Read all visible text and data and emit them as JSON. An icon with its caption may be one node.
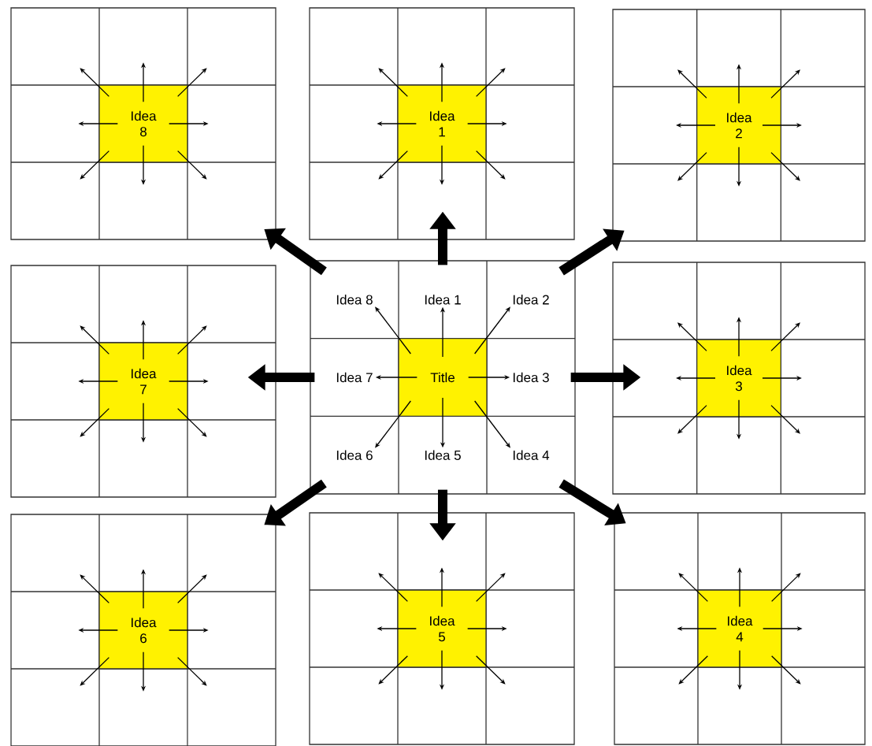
{
  "diagram": {
    "nodes": [
      {
        "text": [],
        "shape": "box"
      },
      {
        "text": [
          "Idea 8"
        ],
        "in": 0
      },
      {
        "text": [],
        "shape": "box"
      },
      {
        "text": [
          "Idea 1"
        ],
        "in": 2
      },
      {
        "text": [],
        "shape": "box"
      },
      {
        "text": [
          "Idea 2"
        ],
        "in": 4
      },
      {
        "text": [],
        "shape": "box"
      },
      {
        "text": [
          "Idea 7"
        ],
        "in": 6
      },
      {
        "text": [],
        "shape": "box"
      },
      {
        "text": [
          "Idea 8"
        ],
        "in": 8
      },
      {
        "text": [
          "Idea 1"
        ],
        "in": 8
      },
      {
        "text": [
          "Idea 2"
        ],
        "in": 8
      },
      {
        "text": [
          "Idea 7"
        ],
        "in": 8
      },
      {
        "text": [
          "Title"
        ],
        "in": 8
      },
      {
        "text": [
          "Idea 3"
        ],
        "in": 8
      },
      {
        "text": [
          "Idea 6"
        ],
        "in": 8
      },
      {
        "text": [
          "Idea 5"
        ],
        "in": 8
      },
      {
        "text": [
          "Idea 4"
        ],
        "in": 8
      },
      {
        "text": [],
        "shape": "box"
      },
      {
        "text": [
          "Idea 3"
        ],
        "in": 18
      },
      {
        "text": [],
        "shape": "box"
      },
      {
        "text": [
          "Idea 6"
        ],
        "in": 20
      },
      {
        "text": [],
        "shape": "box"
      },
      {
        "text": [
          "Idea 5"
        ],
        "in": 22
      },
      {
        "text": [],
        "shape": "box"
      },
      {
        "text": [
          "Idea 4"
        ],
        "in": 24
      }
    ],
    "edges": [
      {
        "from": 8,
        "to": 2,
        "arrow": "to",
        "style": "thick"
      },
      {
        "from": 8,
        "to": 4,
        "arrow": "to",
        "style": "thick"
      },
      {
        "from": 8,
        "to": 18,
        "arrow": "to",
        "style": "thick"
      },
      {
        "from": 8,
        "to": 24,
        "arrow": "to",
        "style": "thick"
      },
      {
        "from": 8,
        "to": 22,
        "arrow": "to",
        "style": "thick"
      },
      {
        "from": 8,
        "to": 20,
        "arrow": "to",
        "style": "thick"
      },
      {
        "from": 8,
        "to": 6,
        "arrow": "to",
        "style": "thick"
      },
      {
        "from": 8,
        "to": 0,
        "arrow": "to",
        "style": "thick"
      },
      {
        "from": 13,
        "to": 10,
        "arrow": "to"
      },
      {
        "from": 13,
        "to": 11,
        "arrow": "to"
      },
      {
        "from": 13,
        "to": 14,
        "arrow": "to"
      },
      {
        "from": 13,
        "to": 17,
        "arrow": "to"
      },
      {
        "from": 13,
        "to": 16,
        "arrow": "to"
      },
      {
        "from": 13,
        "to": 15,
        "arrow": "to"
      },
      {
        "from": 13,
        "to": 12,
        "arrow": "to"
      },
      {
        "from": 13,
        "to": 9,
        "arrow": "to"
      },
      {
        "from": 1,
        "to": null,
        "arrow": "to"
      },
      {
        "from": 1,
        "to": null,
        "arrow": "to"
      },
      {
        "from": 1,
        "to": null,
        "arrow": "to"
      },
      {
        "from": 1,
        "to": null,
        "arrow": "to"
      },
      {
        "from": 1,
        "to": null,
        "arrow": "to"
      },
      {
        "from": 1,
        "to": null,
        "arrow": "to"
      },
      {
        "from": 1,
        "to": null,
        "arrow": "to"
      },
      {
        "from": 1,
        "to": null,
        "arrow": "to"
      },
      {
        "from": 3,
        "to": null,
        "arrow": "to"
      },
      {
        "from": 3,
        "to": null,
        "arrow": "to"
      },
      {
        "from": 3,
        "to": null,
        "arrow": "to"
      },
      {
        "from": 3,
        "to": null,
        "arrow": "to"
      },
      {
        "from": 3,
        "to": null,
        "arrow": "to"
      },
      {
        "from": 3,
        "to": null,
        "arrow": "to"
      },
      {
        "from": 3,
        "to": null,
        "arrow": "to"
      },
      {
        "from": 3,
        "to": null,
        "arrow": "to"
      },
      {
        "from": 5,
        "to": null,
        "arrow": "to"
      },
      {
        "from": 5,
        "to": null,
        "arrow": "to"
      },
      {
        "from": 5,
        "to": null,
        "arrow": "to"
      },
      {
        "from": 5,
        "to": null,
        "arrow": "to"
      },
      {
        "from": 5,
        "to": null,
        "arrow": "to"
      },
      {
        "from": 5,
        "to": null,
        "arrow": "to"
      },
      {
        "from": 5,
        "to": null,
        "arrow": "to"
      },
      {
        "from": 5,
        "to": null,
        "arrow": "to"
      },
      {
        "from": 7,
        "to": null,
        "arrow": "to"
      },
      {
        "from": 7,
        "to": null,
        "arrow": "to"
      },
      {
        "from": 7,
        "to": null,
        "arrow": "to"
      },
      {
        "from": 7,
        "to": null,
        "arrow": "to"
      },
      {
        "from": 7,
        "to": null,
        "arrow": "to"
      },
      {
        "from": 7,
        "to": null,
        "arrow": "to"
      },
      {
        "from": 7,
        "to": null,
        "arrow": "to"
      },
      {
        "from": 7,
        "to": null,
        "arrow": "to"
      },
      {
        "from": 19,
        "to": null,
        "arrow": "to"
      },
      {
        "from": 19,
        "to": null,
        "arrow": "to"
      },
      {
        "from": 19,
        "to": null,
        "arrow": "to"
      },
      {
        "from": 19,
        "to": null,
        "arrow": "to"
      },
      {
        "from": 19,
        "to": null,
        "arrow": "to"
      },
      {
        "from": 19,
        "to": null,
        "arrow": "to"
      },
      {
        "from": 19,
        "to": null,
        "arrow": "to"
      },
      {
        "from": 19,
        "to": null,
        "arrow": "to"
      },
      {
        "from": 21,
        "to": null,
        "arrow": "to"
      },
      {
        "from": 21,
        "to": null,
        "arrow": "to"
      },
      {
        "from": 21,
        "to": null,
        "arrow": "to"
      },
      {
        "from": 21,
        "to": null,
        "arrow": "to"
      },
      {
        "from": 21,
        "to": null,
        "arrow": "to"
      },
      {
        "from": 21,
        "to": null,
        "arrow": "to"
      },
      {
        "from": 21,
        "to": null,
        "arrow": "to"
      },
      {
        "from": 21,
        "to": null,
        "arrow": "to"
      },
      {
        "from": 23,
        "to": null,
        "arrow": "to"
      },
      {
        "from": 23,
        "to": null,
        "arrow": "to"
      },
      {
        "from": 23,
        "to": null,
        "arrow": "to"
      },
      {
        "from": 23,
        "to": null,
        "arrow": "to"
      },
      {
        "from": 23,
        "to": null,
        "arrow": "to"
      },
      {
        "from": 23,
        "to": null,
        "arrow": "to"
      },
      {
        "from": 23,
        "to": null,
        "arrow": "to"
      },
      {
        "from": 23,
        "to": null,
        "arrow": "to"
      },
      {
        "from": 25,
        "to": null,
        "arrow": "to"
      },
      {
        "from": 25,
        "to": null,
        "arrow": "to"
      },
      {
        "from": 25,
        "to": null,
        "arrow": "to"
      },
      {
        "from": 25,
        "to": null,
        "arrow": "to"
      },
      {
        "from": 25,
        "to": null,
        "arrow": "to"
      },
      {
        "from": 25,
        "to": null,
        "arrow": "to"
      },
      {
        "from": 25,
        "to": null,
        "arrow": "to"
      },
      {
        "from": 25,
        "to": null,
        "arrow": "to"
      }
    ]
  }
}
